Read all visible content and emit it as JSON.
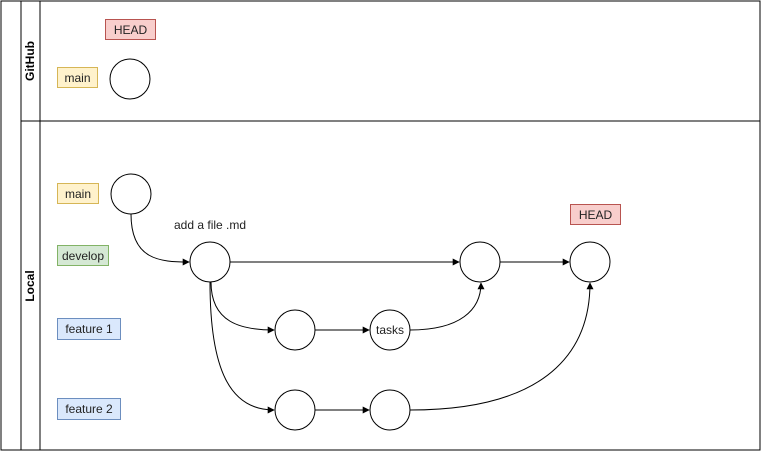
{
  "lanes": {
    "github": "GitHub",
    "local": "Local"
  },
  "github": {
    "head_tag": "HEAD",
    "main_tag": "main"
  },
  "local": {
    "main_tag": "main",
    "develop_tag": "develop",
    "feature1_tag": "feature 1",
    "feature2_tag": "feature 2",
    "head_tag": "HEAD",
    "commit_annotation": "add a file .md",
    "tasks_commit_label": "tasks"
  },
  "colors": {
    "branch_main": "#fff2cc",
    "branch_develop": "#d5e8d4",
    "branch_feature": "#dae8fc",
    "head": "#f8cecc",
    "stroke": "#000000"
  }
}
